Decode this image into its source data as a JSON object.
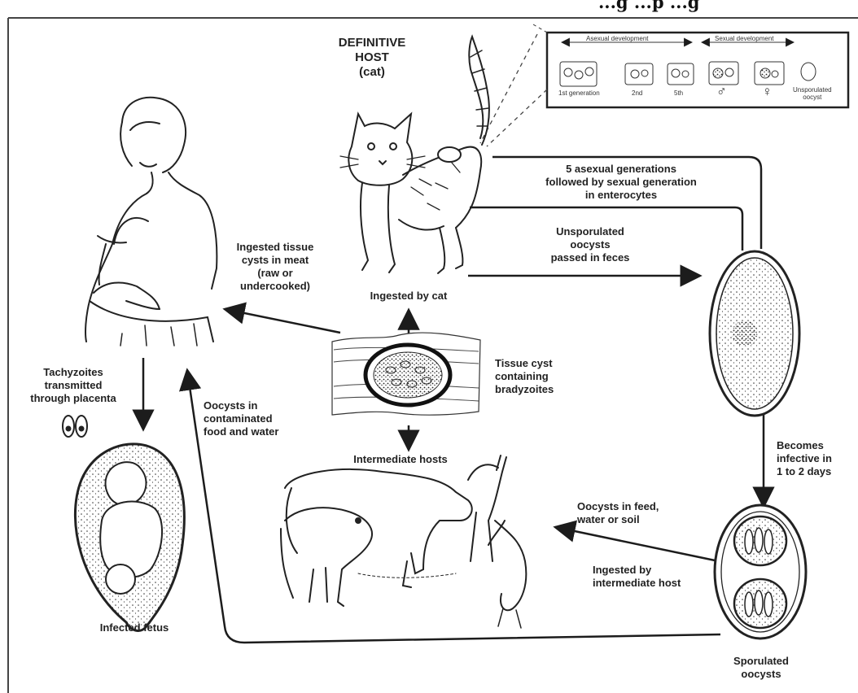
{
  "title_fragment": "...g            ...p          ...g",
  "labels": {
    "definitive_host": "DEFINITIVE\nHOST\n(cat)",
    "asexual_generations": "5 asexual generations\nfollowed by sexual generation\nin enterocytes",
    "unsporulated_passed": "Unsporulated\noocysts\npassed in feces",
    "ingested_tissue_cysts": "Ingested tissue\ncysts in meat\n(raw or\nundercooked)",
    "ingested_by_cat": "Ingested by cat",
    "tissue_cyst": "Tissue cyst\ncontaining\nbradyzoites",
    "tachyzoites": "Tachyzoites\ntransmitted\nthrough placenta",
    "oocysts_food_water": "Oocysts in\ncontaminated\nfood and water",
    "intermediate_hosts": "Intermediate hosts",
    "becomes_infective": "Becomes\ninfective in\n1 to 2 days",
    "oocysts_feed": "Oocysts in feed,\nwater or soil",
    "ingested_intermediate": "Ingested by\nintermediate host",
    "infected_fetus": "Infected fetus",
    "sporulated": "Sporulated\noocysts"
  },
  "inset": {
    "asexual_development": "Asexual development",
    "sexual_development": "Sexual development",
    "stage_1": "1st generation",
    "stage_2": "2nd",
    "stage_3": "5th",
    "male_symbol": "♂",
    "female_symbol": "♀",
    "unsporulated": "Unsporulated\noocyst"
  },
  "colors": {
    "ink": "#1c1c1c",
    "background": "#ffffff"
  }
}
